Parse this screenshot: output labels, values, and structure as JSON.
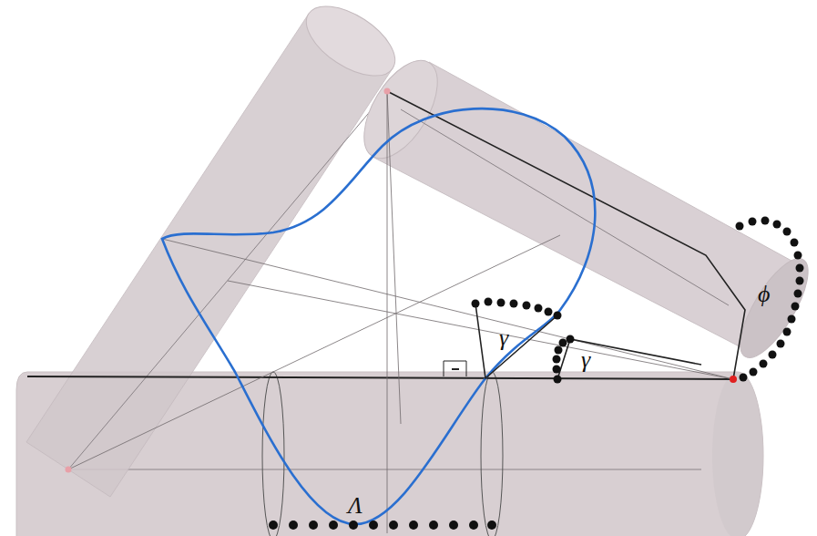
{
  "diagram": {
    "labels": [
      "γ",
      "γ",
      "ϕ",
      "Λ"
    ]
  }
}
